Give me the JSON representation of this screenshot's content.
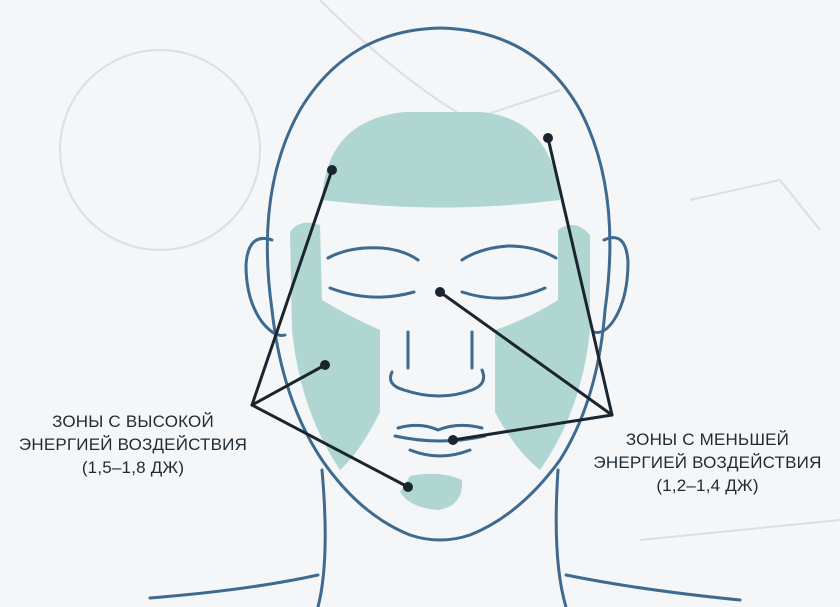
{
  "colors": {
    "outline": "#3e6a8f",
    "zone_fill": "#a9d3cd",
    "pointer": "#1b2530",
    "background": "#f4f6f7",
    "ghost_print": "#d7dde2"
  },
  "labels": {
    "high_energy": {
      "line1": "ЗОНЫ С ВЫСОКОЙ",
      "line2": "ЭНЕРГИЕЙ ВОЗДЕЙСТВИЯ",
      "line3": "(1,5–1,8 ДЖ)"
    },
    "low_energy": {
      "line1": "ЗОНЫ С МЕНЬШЕЙ",
      "line2": "ЭНЕРГИЕЙ ВОЗДЕЙСТВИЯ",
      "line3": "(1,2–1,4 ДЖ)"
    }
  }
}
